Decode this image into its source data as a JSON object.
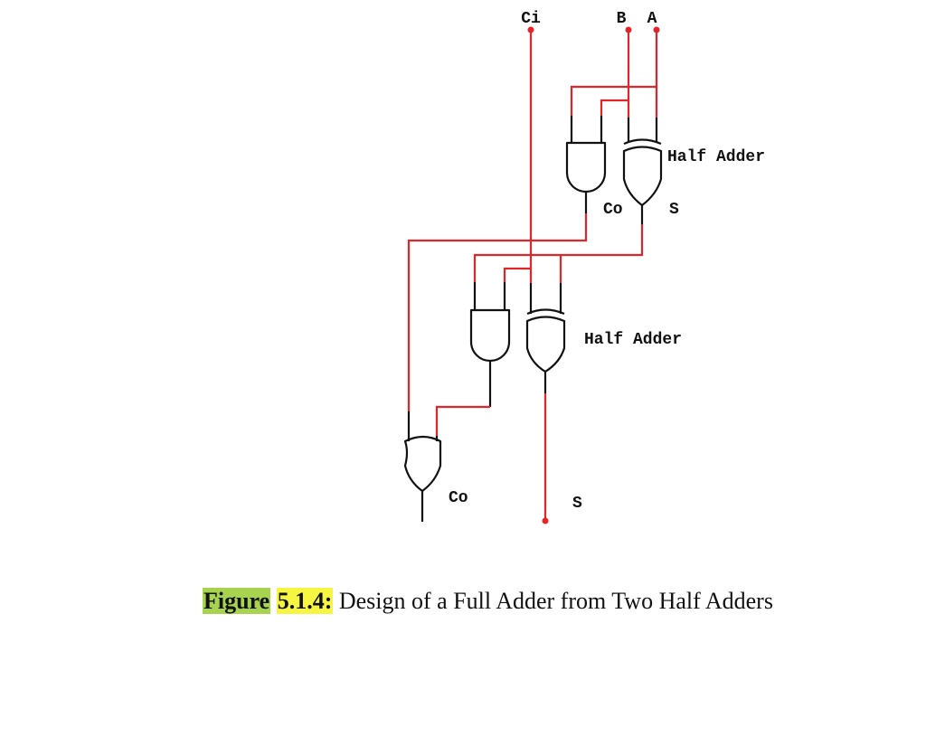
{
  "inputs": {
    "ci": "Ci",
    "b": "B",
    "a": "A"
  },
  "labels": {
    "half_adder_1": "Half Adder",
    "half_adder_2": "Half Adder",
    "co_1": "Co",
    "s_1": "S",
    "co_out": "Co",
    "s_out": "S"
  },
  "caption": {
    "figure_word": "Figure",
    "figure_number": "5.1.4:",
    "text": " Design of a Full Adder from Two Half Adders"
  },
  "colors": {
    "wire": "#e0262b",
    "gate": "#111111",
    "highlight_green": "#a8d34f",
    "highlight_yellow": "#f5f542"
  }
}
